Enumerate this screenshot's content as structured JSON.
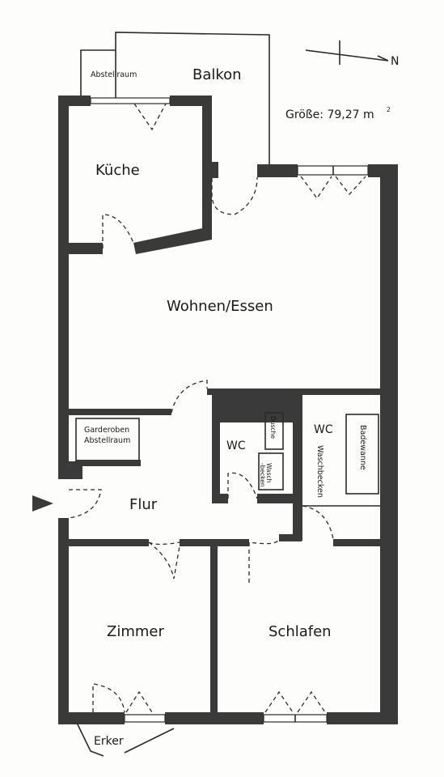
{
  "plan": {
    "area_label": "Größe: 79,27 m",
    "area_superscript": "2",
    "compass_label": "N",
    "rooms": {
      "balkon": "Balkon",
      "abstellraum": "Abstellraum",
      "kueche": "Küche",
      "wohnen": "Wohnen/Essen",
      "garderobe_line1": "Garderoben",
      "garderobe_line2": "Abstellraum",
      "flur": "Flur",
      "wc1": "WC",
      "dusche": "Dusche",
      "waschbecken_small_line1": "Wasch",
      "waschbecken_small_line2": "-becken",
      "wc2": "WC",
      "waschbecken": "Waschbecken",
      "badewanne": "Badewanne",
      "zimmer": "Zimmer",
      "schlafen": "Schlafen",
      "erker": "Erker"
    }
  }
}
